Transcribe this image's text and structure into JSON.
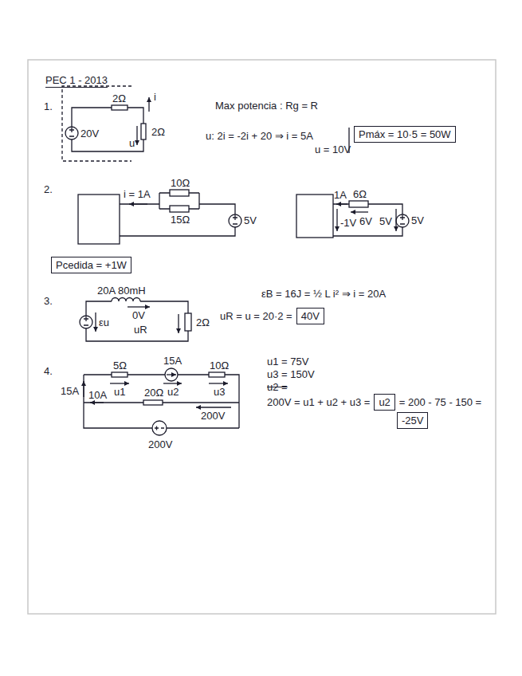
{
  "diagram": {
    "title": "PEC 1 - 2013",
    "nodes": [
      {
        "text": [
          "Pmáx = 10·5 = 50W"
        ]
      },
      {
        "text": [
          "Pcedida = +1W"
        ]
      },
      {
        "text": [
          "40V"
        ]
      },
      {
        "text": [
          "u2"
        ]
      },
      {
        "text": [
          "-25V"
        ]
      }
    ],
    "labels": [
      "1.",
      "2Ω",
      "20V",
      "i",
      "2Ω",
      "u",
      "Max potencia : Rg = R",
      "u: 2i = -2i + 20 ⇒ i = 5A",
      "u = 10V",
      "2.",
      "i = 1A",
      "10Ω",
      "15Ω",
      "5V",
      "1A",
      "6Ω",
      "-1V",
      "6V",
      "5V",
      "5V",
      "3.",
      "20A",
      "80mH",
      "εu",
      "0V",
      "uR",
      "2Ω",
      "εB = 16J = ½ L i² ⇒ i = 20A",
      "uR = u = 20·2 =",
      "4.",
      "5Ω",
      "15A",
      "10Ω",
      "u1",
      "u2",
      "u3",
      "15A",
      "10A",
      "20Ω",
      "200V",
      "200V",
      "u1 = 75V",
      "u3 = 150V",
      "u2 =",
      "200V = u1 + u2 + u3 =",
      "= 200 - 75 - 150 ="
    ]
  }
}
